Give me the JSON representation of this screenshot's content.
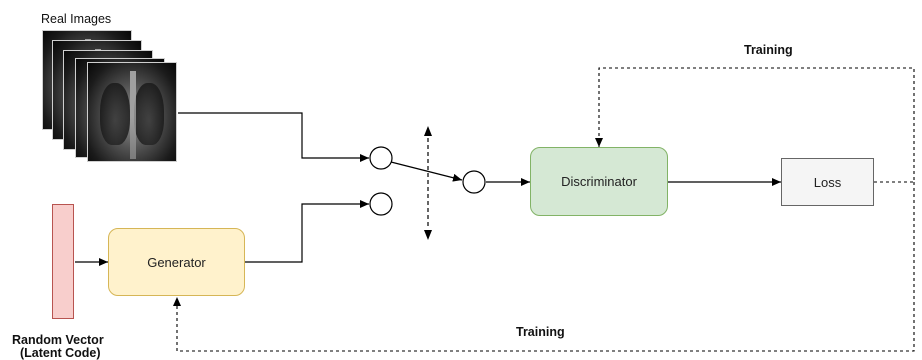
{
  "labels": {
    "real_images": "Real Images",
    "random_vector_line1": "Random Vector",
    "random_vector_line2": "(Latent Code)",
    "generator": "Generator",
    "discriminator": "Discriminator",
    "loss": "Loss",
    "training_top": "Training",
    "training_bottom": "Training"
  },
  "colors": {
    "generator_fill": "#fff2cc",
    "generator_border": "#d6b656",
    "discriminator_fill": "#d5e8d4",
    "discriminator_border": "#82b366",
    "loss_fill": "#f5f5f5",
    "loss_border": "#666666",
    "vector_fill": "#f8cecc",
    "vector_border": "#b85450"
  }
}
